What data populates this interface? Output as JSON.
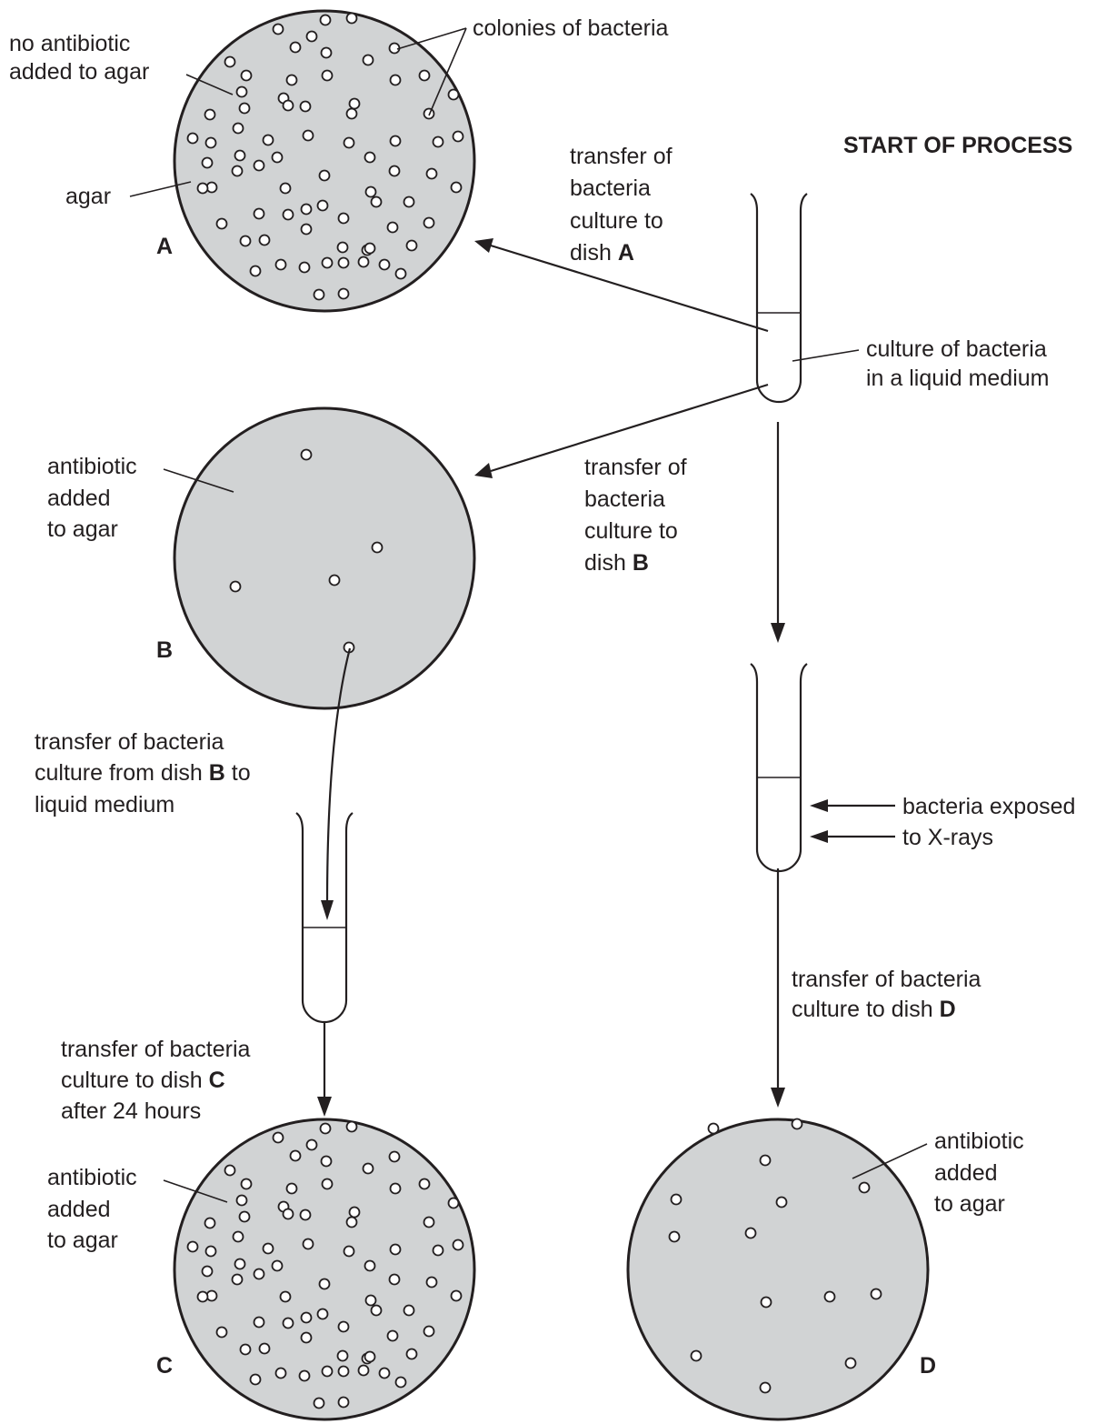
{
  "start_label": "START OF PROCESS",
  "culture_label": [
    "culture of bacteria",
    "in a liquid medium"
  ],
  "dish_a": {
    "letter": "A",
    "colonies_label": "colonies of bacteria",
    "agar_label": "agar",
    "condition": [
      "no antibiotic",
      "added to agar"
    ]
  },
  "dish_b": {
    "letter": "B",
    "condition": [
      "antibiotic",
      "added",
      "to agar"
    ]
  },
  "dish_c": {
    "letter": "C",
    "condition": [
      "antibiotic",
      "added",
      "to agar"
    ]
  },
  "dish_d": {
    "letter": "D",
    "condition": [
      "antibiotic",
      "added",
      "to agar"
    ]
  },
  "transfer_a": {
    "lines": [
      "transfer of",
      "bacteria",
      "culture to"
    ],
    "last": "dish ",
    "letter": "A"
  },
  "transfer_b": {
    "lines": [
      "transfer of",
      "bacteria",
      "culture to"
    ],
    "last": "dish ",
    "letter": "B"
  },
  "transfer_b_liquid": {
    "line1": "transfer of bacteria",
    "line2": "culture from dish ",
    "letter": "B",
    "line2_end": " to",
    "line3": "liquid medium"
  },
  "transfer_c": {
    "line1": "transfer of bacteria",
    "line2": "culture to dish ",
    "letter": "C",
    "line3": "after 24 hours"
  },
  "xray_label": [
    "bacteria exposed",
    "to X-rays"
  ],
  "transfer_d": {
    "line1": "transfer of bacteria",
    "line2": "culture to dish ",
    "letter": "D"
  }
}
